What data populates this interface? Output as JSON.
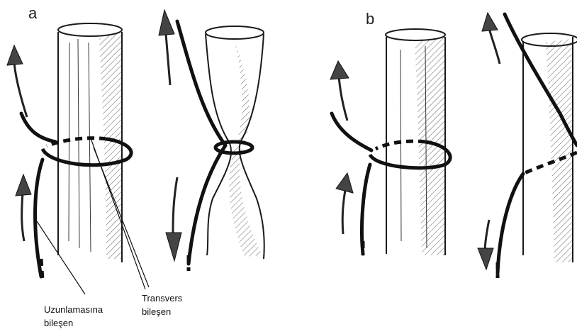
{
  "panels": [
    {
      "id": "a",
      "label": "a"
    },
    {
      "id": "b",
      "label": "b"
    }
  ],
  "annotations": {
    "longitudinal": {
      "line1": "Uzunlamasına",
      "line2": "bileşen"
    },
    "transverse": {
      "line1": "Transvers",
      "line2": "bileşen"
    }
  },
  "icons": [
    "cylinder-icon",
    "twisted-cylinder-icon",
    "helix-cylinder-icon",
    "arrow-icon"
  ],
  "colors": {
    "ink": "#111111",
    "background": "#ffffff"
  }
}
